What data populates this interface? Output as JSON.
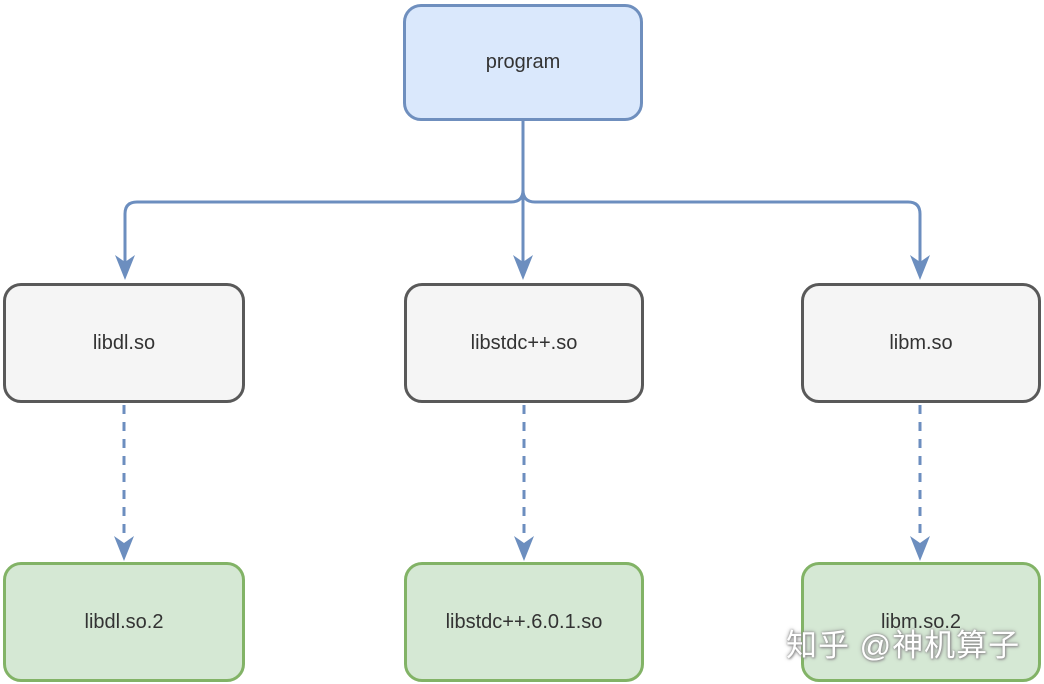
{
  "diagram": {
    "root": {
      "label": "program"
    },
    "linked_libraries": [
      {
        "label": "libdl.so"
      },
      {
        "label": "libstdc++.so"
      },
      {
        "label": "libm.so"
      }
    ],
    "resolved_files": [
      {
        "label": "libdl.so.2"
      },
      {
        "label": "libstdc++.6.0.1.so"
      },
      {
        "label": "libm.so.2"
      }
    ],
    "edges": [
      {
        "from": "program",
        "to": "libdl.so",
        "style": "solid"
      },
      {
        "from": "program",
        "to": "libstdc++.so",
        "style": "solid"
      },
      {
        "from": "program",
        "to": "libm.so",
        "style": "solid"
      },
      {
        "from": "libdl.so",
        "to": "libdl.so.2",
        "style": "dashed"
      },
      {
        "from": "libstdc++.so",
        "to": "libstdc++.6.0.1.so",
        "style": "dashed"
      },
      {
        "from": "libm.so",
        "to": "libm.so.2",
        "style": "dashed"
      }
    ],
    "colors": {
      "root_fill": "#dae8fc",
      "root_border": "#6f8fbe",
      "library_fill": "#f5f5f5",
      "library_border": "#595959",
      "resolved_fill": "#d5e8d4",
      "resolved_border": "#82b366",
      "connector": "#6c8ebf",
      "text": "#333333"
    }
  },
  "watermark": {
    "text": "知乎 @神机算子"
  }
}
